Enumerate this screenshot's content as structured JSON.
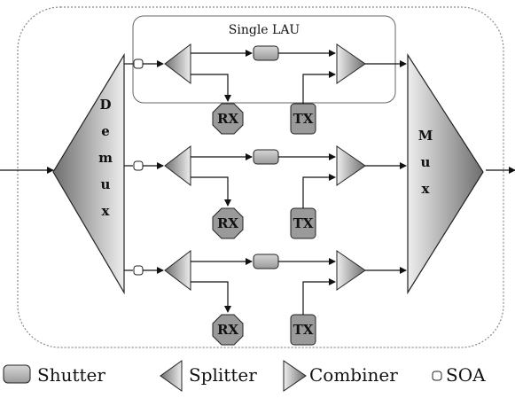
{
  "diagram": {
    "title": "Single LAU",
    "demux_letters": [
      "D",
      "e",
      "m",
      "u",
      "x"
    ],
    "mux_letters": [
      "M",
      "u",
      "x"
    ],
    "rows": [
      {
        "rx": "RX",
        "tx": "TX"
      },
      {
        "rx": "RX",
        "tx": "TX"
      },
      {
        "rx": "RX",
        "tx": "TX"
      }
    ]
  },
  "legend": {
    "shutter": "Shutter",
    "splitter": "Splitter",
    "combiner": "Combiner",
    "soa": "SOA"
  },
  "colors": {
    "gray_dark": "#7a7a7a",
    "gray_light": "#e8e8e8",
    "box_fill": "#b8b8b8",
    "line": "#111111"
  }
}
